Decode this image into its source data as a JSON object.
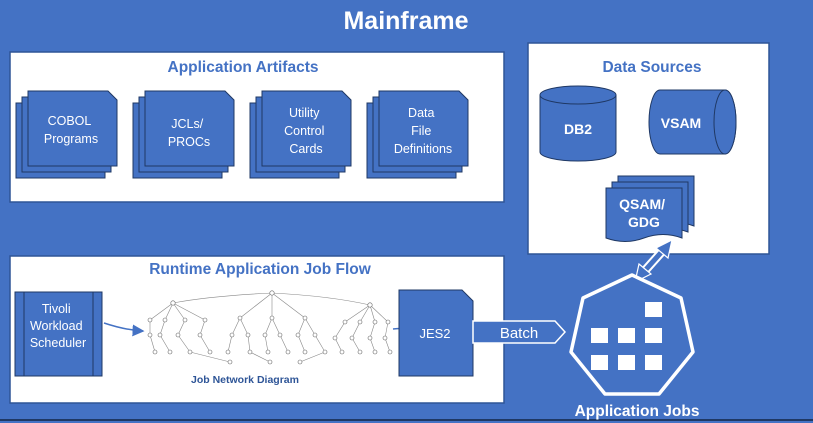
{
  "title": "Mainframe",
  "colors": {
    "background": "#4472c4",
    "panel": "#ffffff",
    "panel_border": "#2e5597",
    "section_title": "#4472c4",
    "shape_fill": "#4472c4",
    "shape_border": "#1f3864",
    "text_on_shape": "#ffffff",
    "arrow": "#4472c4"
  },
  "artifacts": {
    "title": "Application Artifacts",
    "items": [
      {
        "lines": [
          "COBOL",
          "Programs"
        ]
      },
      {
        "lines": [
          "JCLs/",
          "PROCs"
        ]
      },
      {
        "lines": [
          "Utility",
          "Control",
          "Cards"
        ]
      },
      {
        "lines": [
          "Data",
          "File",
          "Definitions"
        ]
      }
    ]
  },
  "data_sources": {
    "title": "Data Sources",
    "db2": "DB2",
    "vsam": "VSAM",
    "qsam": [
      "QSAM/",
      "GDG"
    ]
  },
  "runtime": {
    "title": "Runtime Application Job Flow",
    "scheduler": [
      "Tivoli",
      "Workload",
      "Scheduler"
    ],
    "network_label": "Job Network Diagram",
    "jes": "JES2",
    "batch": "Batch"
  },
  "app_jobs": {
    "label": "Application Jobs",
    "icon": "kubernetes-jobs-icon"
  }
}
